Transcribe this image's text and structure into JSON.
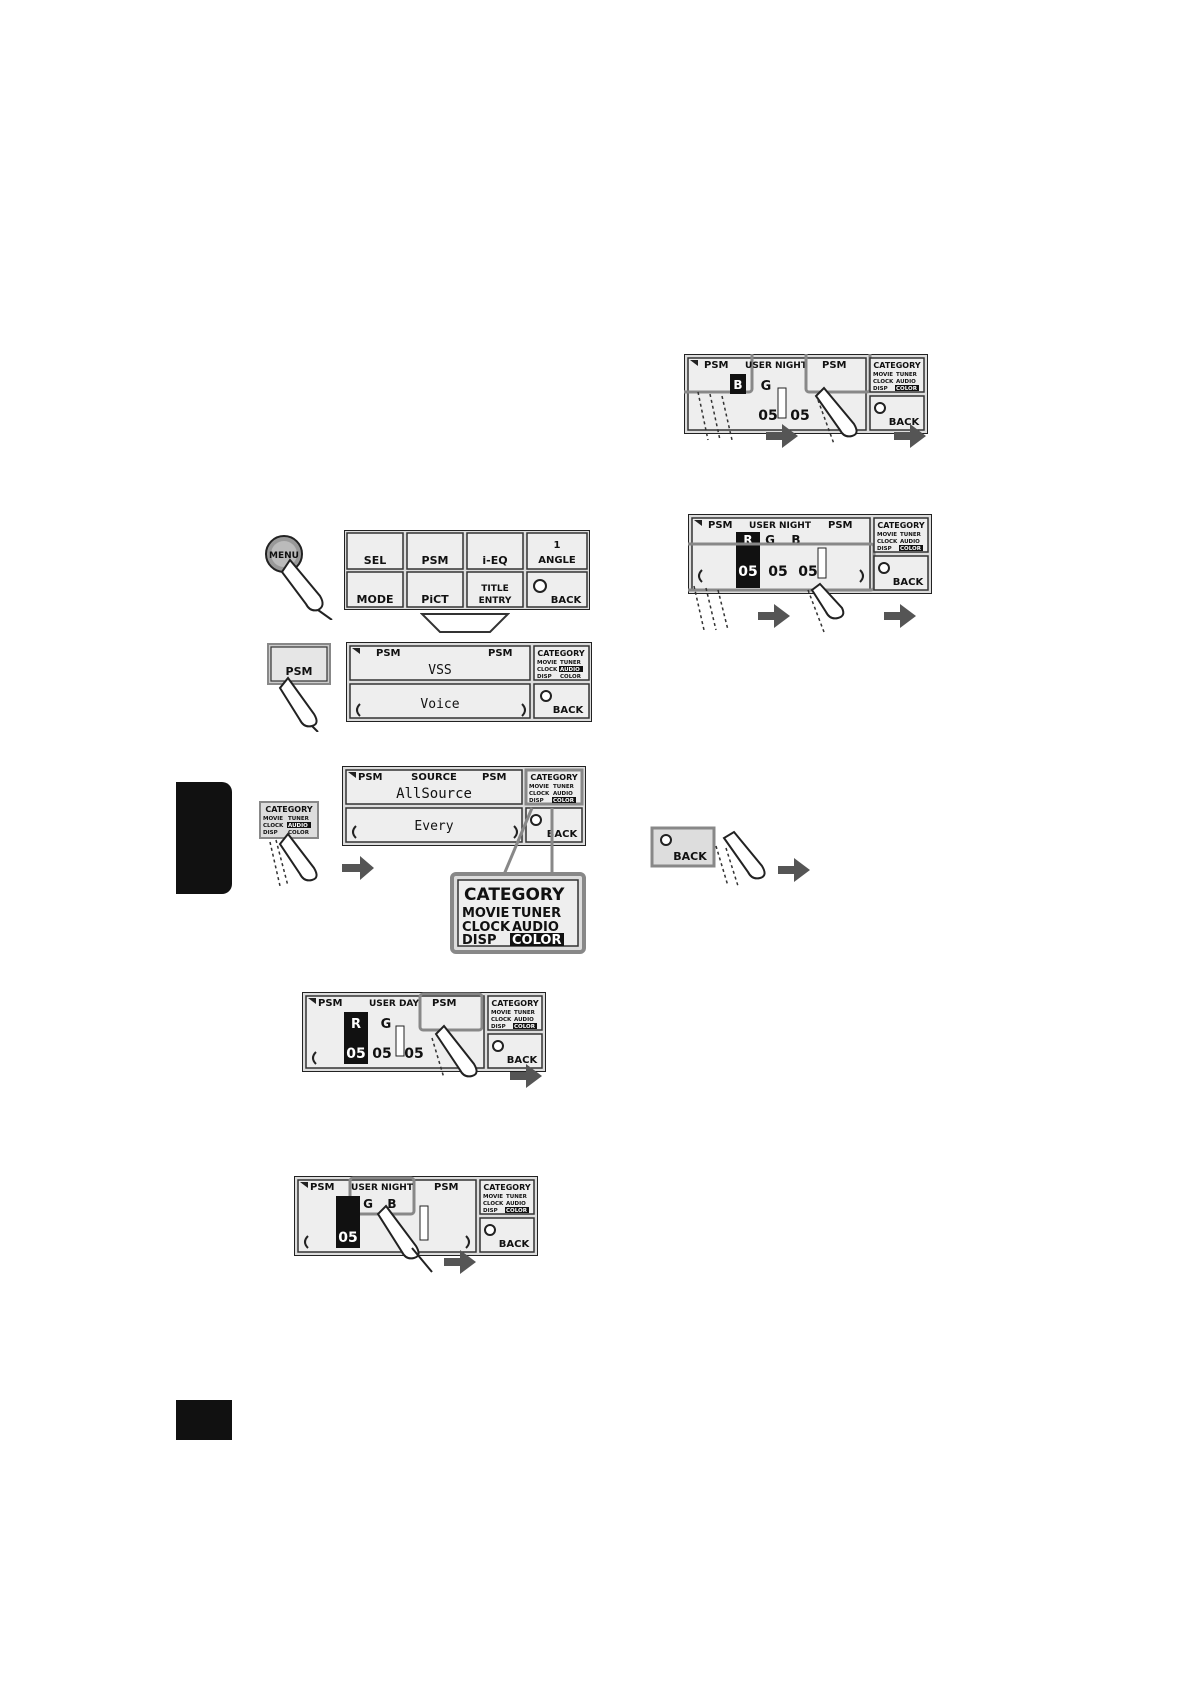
{
  "menu_button": "MENU",
  "menu_grid": [
    {
      "label": "SEL"
    },
    {
      "label": "PSM"
    },
    {
      "label": "i-EQ"
    },
    {
      "top": "1",
      "label": "ANGLE"
    },
    {
      "label": "MODE"
    },
    {
      "label": "PiCT"
    },
    {
      "top": "TITLE",
      "label": "ENTRY"
    },
    {
      "label": "BACK"
    }
  ],
  "psm_key": "PSM",
  "psm_label": "PSM",
  "category": {
    "title": "CATEGORY",
    "row1a": "MOVIE",
    "row1b": "TUNER",
    "row2a": "CLOCK",
    "row2b": "AUDIO",
    "row3a": "DISP",
    "row3b": "COLOR"
  },
  "back_label": "BACK",
  "screen_vss": {
    "title": "VSS",
    "value": "Voice"
  },
  "screen_source": {
    "header": "SOURCE",
    "title": "AllSource",
    "value": "Every"
  },
  "screen_user_day": {
    "header": "USER DAY"
  },
  "screen_user_night": {
    "header": "USER NIGHT"
  },
  "rgb": {
    "r": "R",
    "g": "G",
    "b": "B",
    "level": "05"
  }
}
